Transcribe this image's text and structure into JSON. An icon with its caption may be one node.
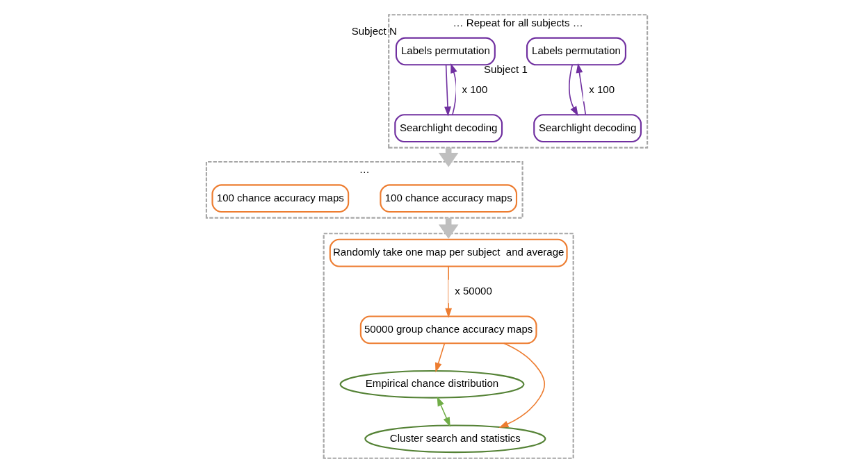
{
  "diagram": {
    "nodes": [
      {
        "text": [
          "… Repeat for all subjects …"
        ]
      },
      {
        "text": [
          "Labels permutation"
        ],
        "in": 0,
        "beside": [
          "Subject 1"
        ]
      },
      {
        "text": [
          "Searchlight decoding"
        ],
        "in": 0
      },
      {
        "text": [
          "Labels permutation"
        ],
        "in": 0,
        "beside": [
          "Subject N"
        ]
      },
      {
        "text": [
          "Searchlight decoding"
        ],
        "in": 0
      },
      {
        "text": [
          "…"
        ]
      },
      {
        "text": [
          "100 chance accuracy maps"
        ],
        "in": 5
      },
      {
        "text": [
          "100 chance accuracy maps"
        ],
        "in": 5
      },
      {
        "text": [],
        "shape": "box"
      },
      {
        "text": [
          "Randomly take one map per subject  and average"
        ],
        "in": 8
      },
      {
        "text": [
          "50000 group chance accuracy maps"
        ],
        "in": 8
      },
      {
        "text": [
          "Empirical chance distribution"
        ],
        "in": 8
      },
      {
        "text": [
          "Cluster search and statistics"
        ],
        "in": 8
      }
    ],
    "edges": [
      {
        "from": 1,
        "to": 2,
        "arrow": "to",
        "color": "#7030a0"
      },
      {
        "from": 2,
        "to": 1,
        "arrow": "to",
        "label": "x 100",
        "color": "#7030a0"
      },
      {
        "from": 3,
        "to": 4,
        "arrow": "to",
        "color": "#7030a0"
      },
      {
        "from": 4,
        "to": 3,
        "arrow": "to",
        "label": "x 100",
        "color": "#7030a0"
      },
      {
        "from": 0,
        "to": 5,
        "arrow": "to",
        "style": "thick",
        "color": "#bfbfbf"
      },
      {
        "from": 5,
        "to": 8,
        "arrow": "to",
        "style": "thick",
        "color": "#bfbfbf"
      },
      {
        "from": 9,
        "to": 10,
        "arrow": "to",
        "label": "x 50000",
        "color": "#ed7d31"
      },
      {
        "from": 10,
        "to": 11,
        "arrow": "to",
        "color": "#ed7d31"
      },
      {
        "from": 10,
        "to": 12,
        "arrow": "to",
        "color": "#ed7d31"
      },
      {
        "from": 11,
        "to": 12,
        "arrow": "both",
        "color": "#70ad47"
      }
    ]
  }
}
